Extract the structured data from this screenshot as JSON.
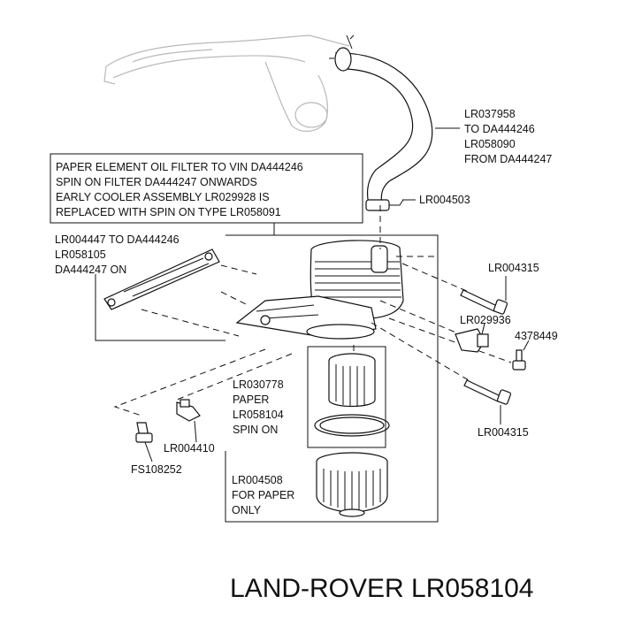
{
  "note": {
    "lines": [
      "PAPER ELEMENT OIL FILTER TO VIN DA444246",
      "SPIN ON FILTER DA444247 ONWARDS",
      "EARLY COOLER ASSEMBLY LR029928 IS",
      "REPLACED WITH SPIN ON TYPE LR058091"
    ]
  },
  "callouts": {
    "hose": [
      "LR037958",
      "TO DA444246",
      "LR058090",
      "FROM DA444247"
    ],
    "clamp": [
      "LR004503"
    ],
    "housing": [
      "LR004447 TO DA444246",
      "LR058105",
      "DA444247 ON"
    ],
    "bolt_upper": [
      "LR004315"
    ],
    "sensor": [
      "LR029936"
    ],
    "screw_right": [
      "4378449"
    ],
    "element": [
      "LR030778",
      "PAPER",
      "LR058104",
      "SPIN ON"
    ],
    "bolt_lower": [
      "LR004315"
    ],
    "switch": [
      "LR004410"
    ],
    "bolt_left": [
      "FS108252"
    ],
    "cap": [
      "LR004508",
      "FOR PAPER",
      "ONLY"
    ]
  },
  "footer": {
    "brand_line": "LAND-ROVER LR058104"
  }
}
